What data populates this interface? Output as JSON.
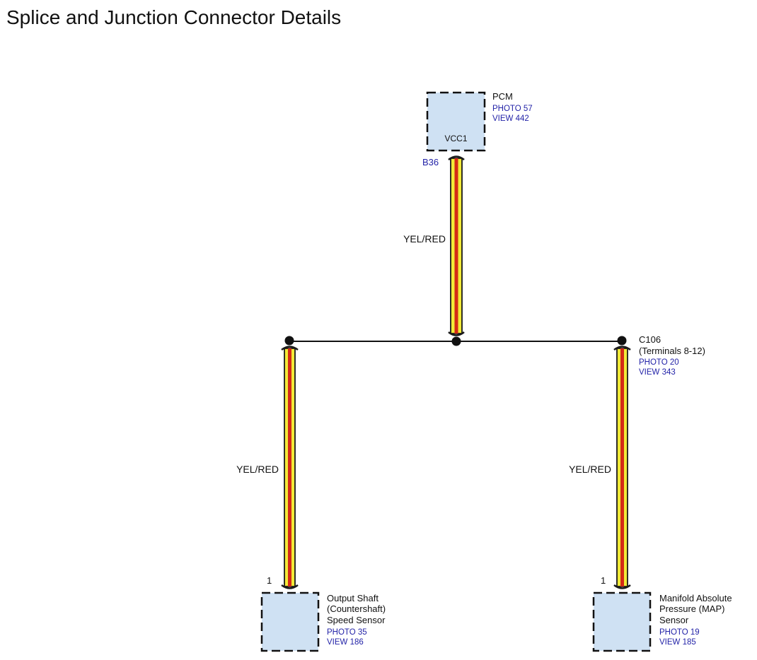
{
  "page": {
    "title": "Splice and Junction Connector Details"
  },
  "colors": {
    "component_fill": "#cfe1f3",
    "wire_yellow": "#f2ea38",
    "wire_red": "#d42a16",
    "wire_outline": "#1a1a1a",
    "reference_text": "#2323a8"
  },
  "diagram": {
    "pcm": {
      "name": "PCM",
      "photo": "PHOTO 57",
      "view": "VIEW 442",
      "pin_name": "VCC1",
      "terminal": "B36",
      "wire_color": "YEL/RED"
    },
    "junction": {
      "name": "C106",
      "terminals": "(Terminals 8-12)",
      "photo": "PHOTO 20",
      "view": "VIEW 343"
    },
    "output_shaft_sensor": {
      "name_lines": [
        "Output Shaft",
        "(Countershaft)",
        "Speed Sensor"
      ],
      "photo": "PHOTO 35",
      "view": "VIEW 186",
      "terminal": "1",
      "wire_color": "YEL/RED"
    },
    "map_sensor": {
      "name_lines": [
        "Manifold Absolute",
        "Pressure (MAP)",
        "Sensor"
      ],
      "photo": "PHOTO 19",
      "view": "VIEW 185",
      "terminal": "1",
      "wire_color": "YEL/RED"
    }
  }
}
